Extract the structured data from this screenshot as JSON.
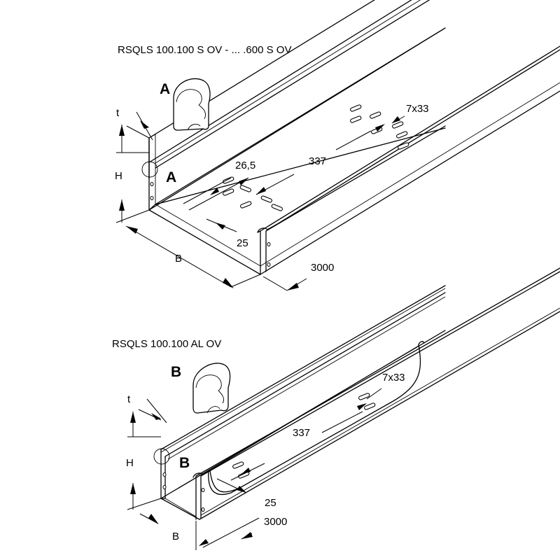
{
  "top": {
    "title": "RSQLS 100.100 S OV - ... .600 S OV",
    "detail_label": "A",
    "detail_callout": "A",
    "dim_t": "t",
    "dim_h": "H",
    "dim_b": "B",
    "dim_pitch": "26,5",
    "dim_spacing": "337",
    "dim_slot": "7x33",
    "dim_offset": "25",
    "dim_length": "3000"
  },
  "bottom": {
    "title": "RSQLS 100.100 AL OV",
    "detail_label": "B",
    "detail_callout": "B",
    "dim_t": "t",
    "dim_h": "H",
    "dim_b": "B",
    "dim_spacing": "337",
    "dim_slot": "7x33",
    "dim_offset": "25",
    "dim_length": "3000"
  }
}
